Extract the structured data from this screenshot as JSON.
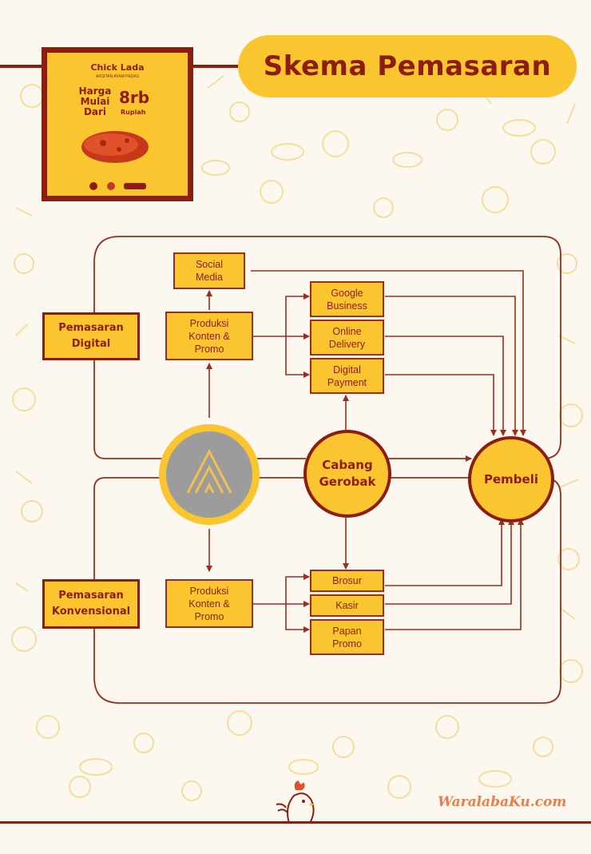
{
  "title": "Skema Pemasaran",
  "poster": {
    "brand": "Chick Lada",
    "tagline": "ARSITAN AYAM PEDAS",
    "headline": "Harga\nMulai\nDari",
    "price": "8rb",
    "price_unit": "Rupiah"
  },
  "diagram": {
    "digital_label": "Pemasaran\nDigital",
    "conventional_label": "Pemasaran\nKonvensional",
    "social_media": "Social\nMedia",
    "production_digital": "Produksi\nKonten &\nPromo",
    "production_conventional": "Produksi\nKonten &\nPromo",
    "google_business": "Google\nBusiness",
    "online_delivery": "Online\nDelivery",
    "digital_payment": "Digital\nPayment",
    "brosur": "Brosur",
    "kasir": "Kasir",
    "papan_promo": "Papan\nPromo",
    "cabang_gerobak": "Cabang\nGerobak",
    "pembeli": "Pembeli"
  },
  "watermark": "WaralabaKu.com",
  "colors": {
    "primary": "#fbc530",
    "dark": "#8c1e10",
    "background": "#fdf8ef"
  }
}
